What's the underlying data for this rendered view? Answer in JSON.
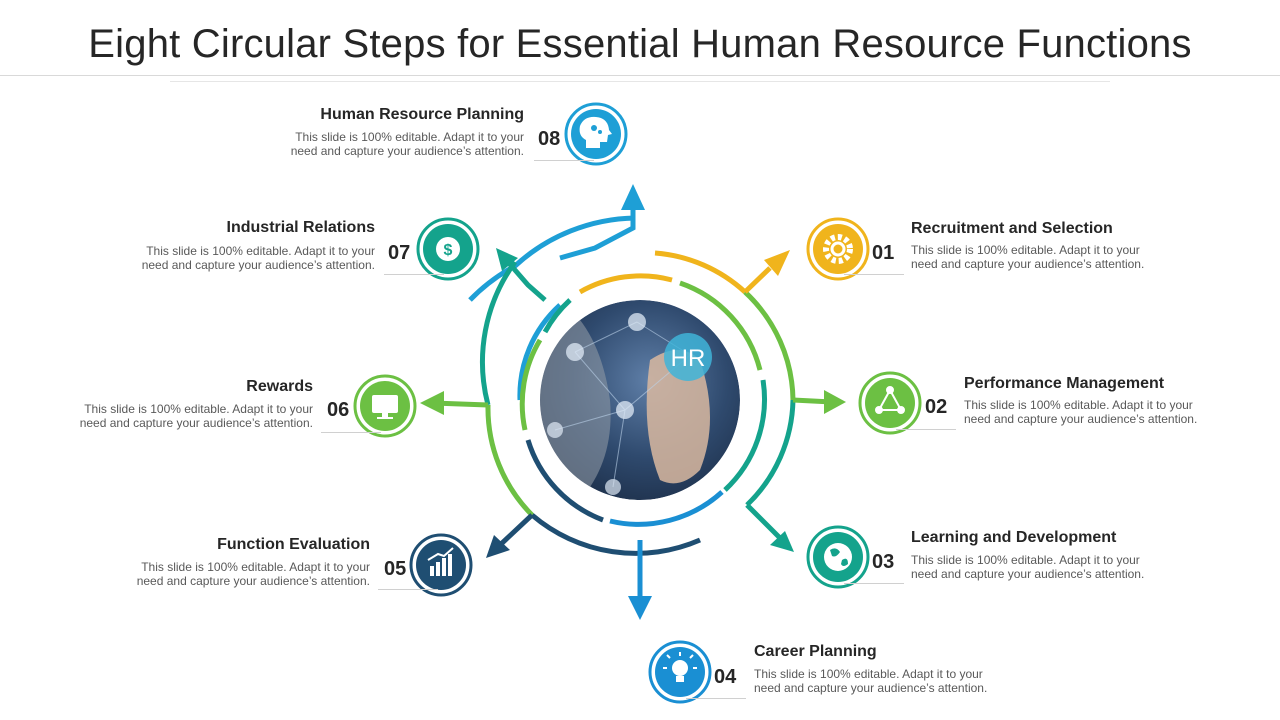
{
  "title": "Eight Circular Steps for Essential Human Resource Functions",
  "center": {
    "label": "HR"
  },
  "colors": {
    "cyan": "#1e9fd6",
    "yellow": "#f0b41c",
    "green": "#6cc043",
    "teal": "#14a38c",
    "navy": "#1f4e72",
    "blue": "#1a8fd3"
  },
  "steps": [
    {
      "number": "01",
      "title": "Recruitment and Selection",
      "description": "This slide is 100% editable. Adapt it to your need and capture your audience’s attention.",
      "icon": "gear-icon",
      "color": "#f0b41c"
    },
    {
      "number": "02",
      "title": "Performance Management",
      "description": "This slide is 100% editable. Adapt it to your need and capture your audience’s attention.",
      "icon": "cycle-icon",
      "color": "#6cc043"
    },
    {
      "number": "03",
      "title": "Learning and Development",
      "description": "This slide is 100% editable. Adapt it to your need and capture your audience’s attention.",
      "icon": "globe-icon",
      "color": "#14a38c"
    },
    {
      "number": "04",
      "title": "Career Planning",
      "description": "This slide is 100% editable. Adapt it to your need and capture your audience’s attention.",
      "icon": "lightbulb-icon",
      "color": "#1a8fd3"
    },
    {
      "number": "05",
      "title": "Function Evaluation",
      "description": "This slide is 100% editable. Adapt it to your need and capture your audience’s attention.",
      "icon": "chart-icon",
      "color": "#1f4e72"
    },
    {
      "number": "06",
      "title": "Rewards",
      "description": "This slide is 100% editable. Adapt it to your need and capture your audience’s attention.",
      "icon": "monitor-icon",
      "color": "#6cc043"
    },
    {
      "number": "07",
      "title": "Industrial Relations",
      "description": "This slide is 100% editable. Adapt it to your need and capture your audience’s attention.",
      "icon": "dollar-icon",
      "color": "#14a38c"
    },
    {
      "number": "08",
      "title": "Human Resource Planning",
      "description": "This slide is 100% editable. Adapt it to your need and capture your audience’s attention.",
      "icon": "head-gears-icon",
      "color": "#1e9fd6"
    }
  ]
}
